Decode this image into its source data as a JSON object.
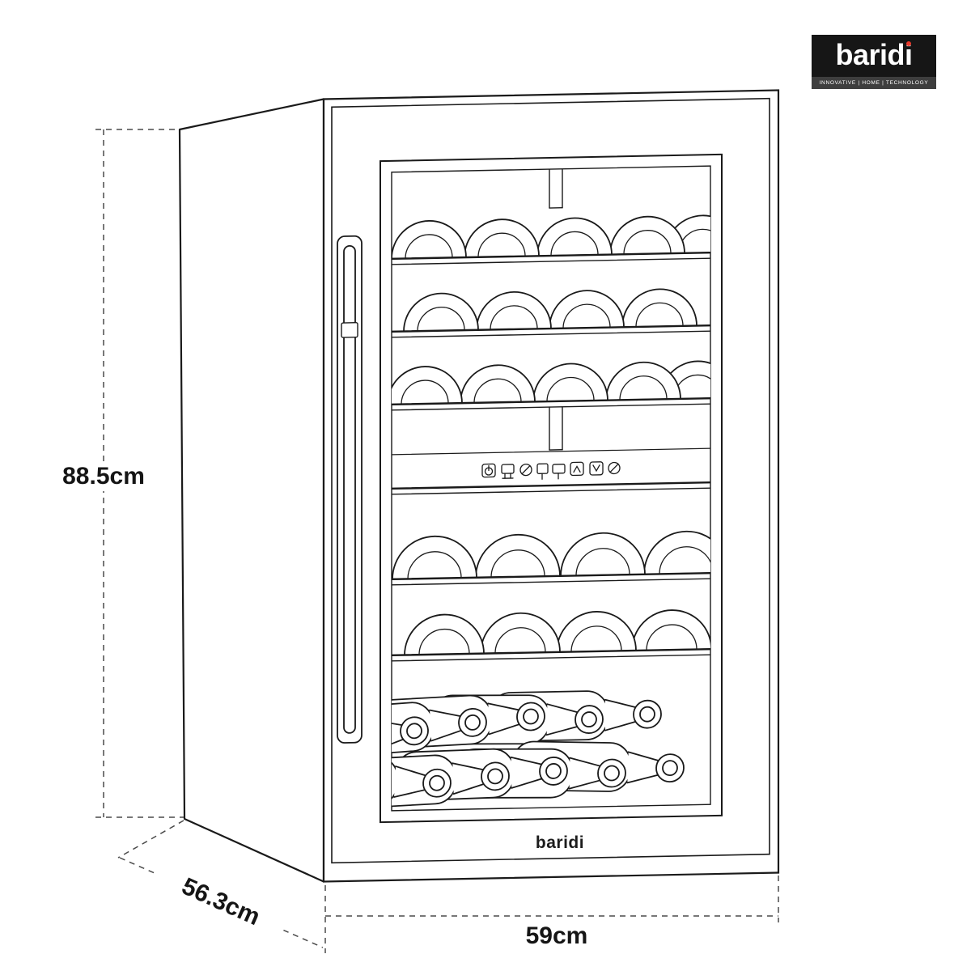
{
  "page": {
    "background": "#ffffff"
  },
  "logo": {
    "brand_prefix": "barid",
    "brand_last_letter": "i",
    "tagline": "INNOVATIVE | HOME | TECHNOLOGY",
    "colors": {
      "box": "#161616",
      "tagline_bar": "#3e3e3e",
      "text": "#ffffff",
      "dot": "#e8392b"
    }
  },
  "dimensions": {
    "height": "88.5cm",
    "depth": "56.3cm",
    "width": "59cm"
  },
  "door": {
    "brand": "baridi"
  },
  "control_panel": {
    "icons": [
      "power",
      "display",
      "eco",
      "upper-zone",
      "lower-zone",
      "temp-up",
      "temp-down",
      "light"
    ]
  },
  "drawing": {
    "line_color": "#1a1a1a",
    "dimension_line_color": "#4a4a4a"
  }
}
